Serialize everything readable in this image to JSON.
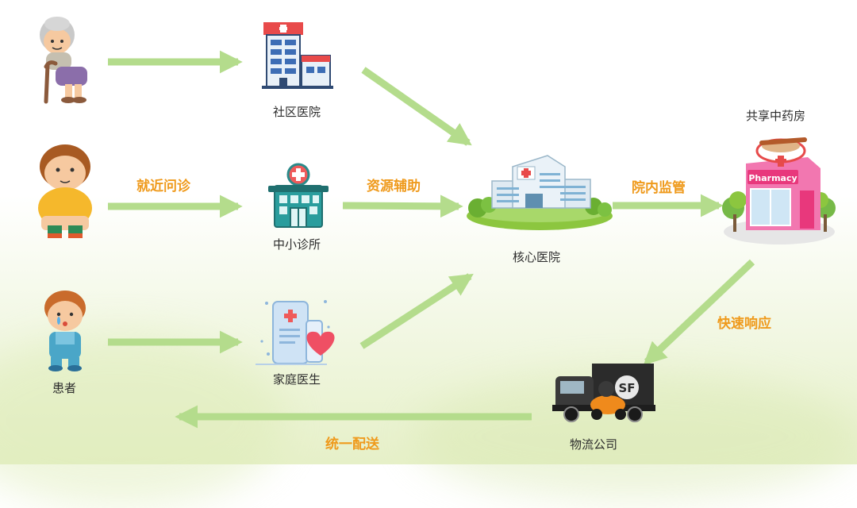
{
  "nodes": {
    "patient_label": "患者",
    "community_hospital": "社区医院",
    "small_clinic": "中小诊所",
    "family_doctor": "家庭医生",
    "core_hospital": "核心医院",
    "shared_pharmacy": "共享中药房",
    "logistics": "物流公司"
  },
  "edges": {
    "nearby_consult": "就近问诊",
    "resource_assist": "资源辅助",
    "hospital_supervision": "院内监管",
    "fast_response": "快速响应",
    "unified_delivery": "统一配送"
  },
  "signs": {
    "pharmacy": "Pharmacy",
    "truck_logo": "SF"
  },
  "colors": {
    "arrow": "#b4dc8c",
    "label_accent": "#ef9a1c"
  }
}
